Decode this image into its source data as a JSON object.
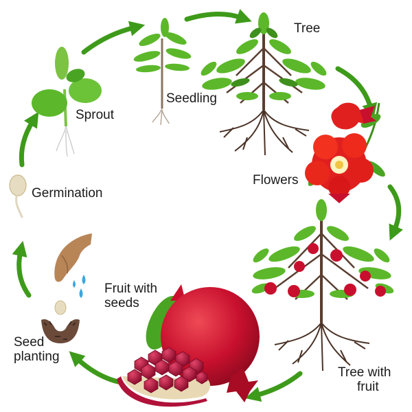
{
  "diagram": {
    "stages": [
      {
        "id": "tree",
        "label": "Tree"
      },
      {
        "id": "flowers",
        "label": "Flowers"
      },
      {
        "id": "tree-with-fruit",
        "label": "Tree with fruit"
      },
      {
        "id": "fruit-with-seeds",
        "label": "Fruit with seeds"
      },
      {
        "id": "seed-planting",
        "label": "Seed planting"
      },
      {
        "id": "germination",
        "label": "Germination"
      },
      {
        "id": "sprout",
        "label": "Sprout"
      },
      {
        "id": "seedling",
        "label": "Seedling"
      }
    ],
    "labels": {
      "tree": "Tree",
      "flowers": "Flowers",
      "tree_with_fruit_1": "Tree with",
      "tree_with_fruit_2": "fruit",
      "fruit_with_seeds_1": "Fruit with",
      "fruit_with_seeds_2": "seeds",
      "seed_planting_1": "Seed",
      "seed_planting_2": "planting",
      "germination": "Germination",
      "sprout": "Sprout",
      "seedling": "Seedling"
    },
    "colors": {
      "arrow": "#3e9a1a",
      "leaf": "#5cb82a",
      "leaf_dark": "#3f8f1c",
      "fruit": "#c8102e",
      "aril": "#b0123a",
      "root": "#6b4a3a",
      "soil": "#6b4a3a",
      "skin": "#b88557",
      "water": "#39a7e0"
    }
  }
}
